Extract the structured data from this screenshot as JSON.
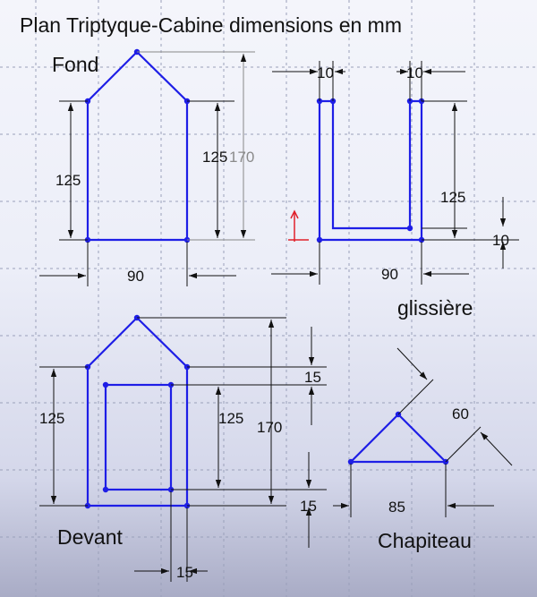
{
  "title": "Plan Triptyque-Cabine dimensions en mm",
  "parts": {
    "fond": "Fond",
    "glissiere": "glissière",
    "devant": "Devant",
    "chapiteau": "Chapiteau"
  },
  "dims": {
    "fond_height_left": "125",
    "fond_height_right": "125",
    "fond_total_height": "170",
    "fond_width": "90",
    "glis_left_thickness": "10",
    "glis_right_thickness": "10",
    "glis_height": "125",
    "glis_base": "10",
    "glis_width": "90",
    "devant_height_left": "125",
    "devant_height_inner": "125",
    "devant_total_height": "170",
    "devant_top_margin": "15",
    "devant_bottom_margin": "15",
    "devant_side_margin": "15",
    "chap_width": "85",
    "chap_side": "60"
  },
  "colors": {
    "shape": "#1e1ee6",
    "dimension": "#111111"
  }
}
